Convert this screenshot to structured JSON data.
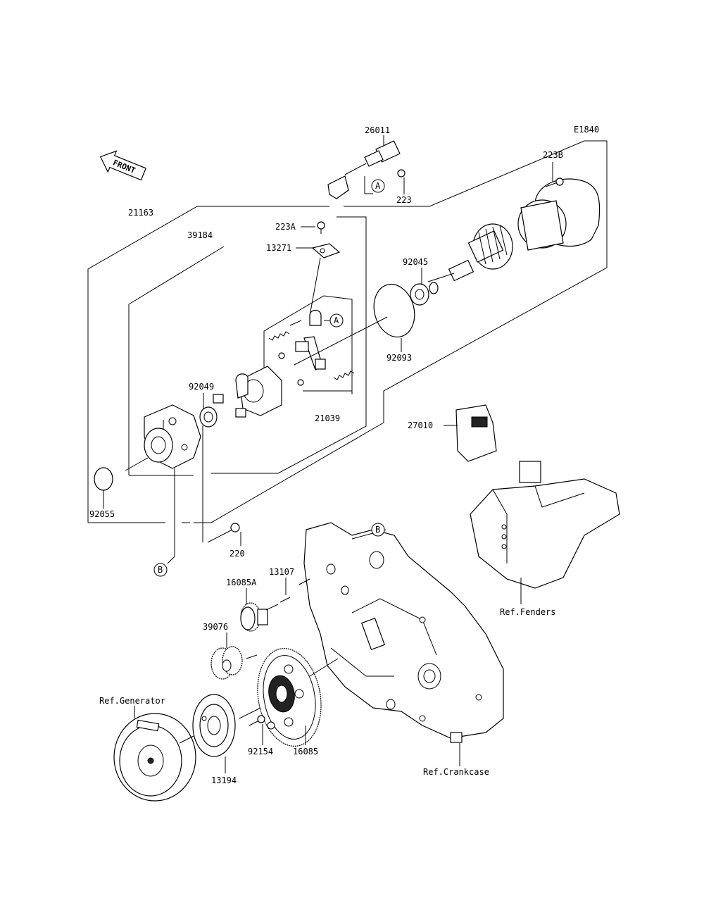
{
  "diagram_code": "E1840",
  "front_label": "FRONT",
  "circle_a": "A",
  "circle_b": "B",
  "parts": {
    "p26011": "26011",
    "p223": "223",
    "p223B": "223B",
    "p223A": "223A",
    "p13271": "13271",
    "p21163": "21163",
    "p39184": "39184",
    "p92045": "92045",
    "p92093": "92093",
    "p92049": "92049",
    "p21039": "21039",
    "p27010": "27010",
    "p92055": "92055",
    "p220": "220",
    "p13107": "13107",
    "p16085A": "16085A",
    "p39076": "39076",
    "p92154": "92154",
    "p16085": "16085",
    "p13194": "13194"
  },
  "refs": {
    "fenders": "Ref.Fenders",
    "generator": "Ref.Generator",
    "crankcase": "Ref.Crankcase"
  }
}
